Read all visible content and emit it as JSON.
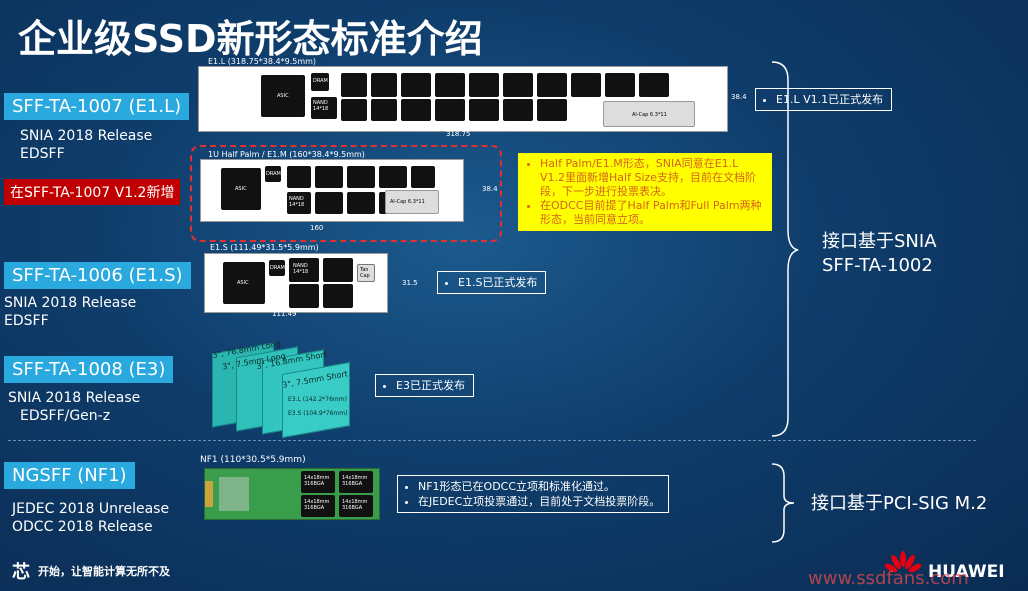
{
  "title": "企业级SSD新形态标准介绍",
  "standards": [
    {
      "label": "SFF-TA-1007 (E1.L)",
      "sub1": "SNIA 2018 Release",
      "sub2": "EDSFF"
    },
    {
      "label": "在SFF-TA-1007 V1.2新增"
    },
    {
      "label": "SFF-TA-1006 (E1.S)",
      "sub1": "SNIA 2018 Release",
      "sub2": "EDSFF"
    },
    {
      "label": "SFF-TA-1008 (E3)",
      "sub1": "SNIA 2018 Release",
      "sub2": "EDSFF/Gen-z"
    },
    {
      "label": "NGSFF (NF1)",
      "sub1": "JEDEC 2018  Unrelease",
      "sub2": "ODCC 2018 Release"
    }
  ],
  "cards": {
    "e1l": {
      "label": "E1.L (318.75*38.4*9.5mm)",
      "width": "318.75",
      "height": "38.4",
      "asic": "ASIC",
      "dram": "DRAM",
      "nand": "NAND\n14*18",
      "aicap": "Al-Cap  6.3*11"
    },
    "e1m": {
      "label": "1U Half Palm / E1.M (160*38.4*9.5mm)",
      "width": "160",
      "height": "38.4",
      "asic": "ASIC",
      "dram": "DRAM",
      "nand": "NAND\n14*18",
      "aicap": "Al-Cap  6.3*11"
    },
    "e1s": {
      "label": "E1.S  (111.49*31.5*5.9mm)",
      "width": "111.49",
      "height": "31.5",
      "asic": "ASIC",
      "dram": "DRAM",
      "nand": "NAND\n14*18",
      "tan": "Tan\nCap"
    },
    "e3": {
      "t1": "3\", 76.8mm Long",
      "t2": "3\", 7.5mm Long",
      "t3": "3\", 16.8mm Short",
      "t4": "3\", 7.5mm Short",
      "l1": "E3.L (142.2*76mm)",
      "l2": "E3.S (104.9*76mm)"
    },
    "nf1": {
      "label": "NF1  (110*30.5*5.9mm)",
      "chip": "14x18mm\n316BGA"
    }
  },
  "callouts": {
    "e1l": "E1.L V1.1已正式发布",
    "e1m": [
      "Half Palm/E1.M形态，SNIA同意在E1.L V1.2里面新增Half Size支持，目前在文档阶段，下一步进行投票表决。",
      "在ODCC目前提了Half Palm和Full Palm两种形态，当前同意立项。"
    ],
    "e1s": "E1.S已正式发布",
    "e3": "E3已正式发布",
    "nf1": [
      "NF1形态已在ODCC立项和标准化通过。",
      "在JEDEC立项投票通过，目前处于文档投票阶段。"
    ]
  },
  "interfaces": {
    "snia": "接口基于SNIA\nSFF-TA-1002",
    "pcisig": "接口基于PCI-SIG M.2"
  },
  "footer": {
    "slogan": "开始，让智能计算无所不及",
    "logo": "HUAWEI",
    "watermark": "www.ssdfans.com"
  },
  "colors": {
    "accent": "#2aa9df",
    "red": "#c00000",
    "yellow": "#ffff00",
    "bg": "#0f3d6b"
  }
}
